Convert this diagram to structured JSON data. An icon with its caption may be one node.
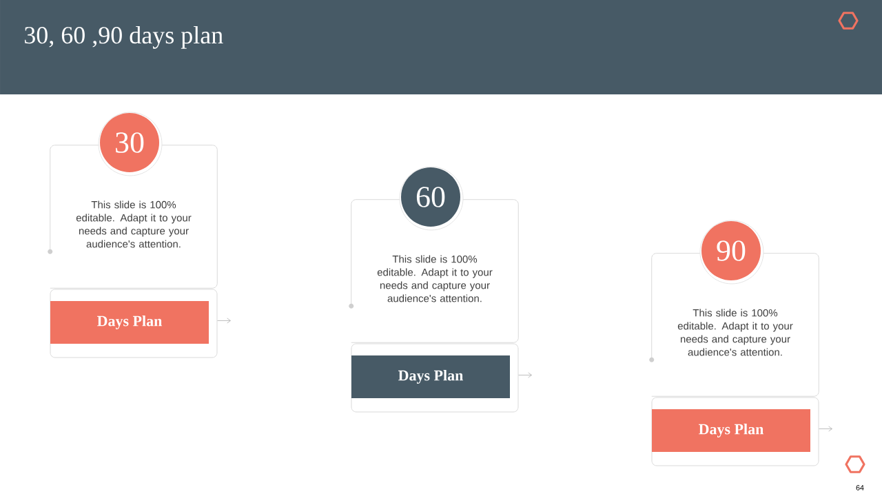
{
  "diagram": {
    "title": "30, 60 ,90 days plan",
    "nodes": [
      {
        "text": [
          "30"
        ]
      },
      {
        "text": [
          "This slide is 100% editable. Adapt it to your needs and capture your audience's attention."
        ]
      },
      {
        "text": [],
        "shape": "box"
      },
      {
        "text": [
          "Days Plan"
        ],
        "in": 2
      },
      {
        "text": [
          "60"
        ]
      },
      {
        "text": [
          "This slide is 100% editable. Adapt it to your needs and capture your audience's attention."
        ]
      },
      {
        "text": [],
        "shape": "box"
      },
      {
        "text": [
          "Days Plan"
        ],
        "in": 6
      },
      {
        "text": [
          "90"
        ]
      },
      {
        "text": [
          "This slide is 100% editable. Adapt it to your needs and capture your audience's attention."
        ]
      },
      {
        "text": [],
        "shape": "box"
      },
      {
        "text": [
          "Days Plan"
        ],
        "in": 10
      }
    ],
    "edges": [
      {
        "from": 2,
        "to": null,
        "arrow": "to"
      },
      {
        "from": 6,
        "to": null,
        "arrow": "to"
      },
      {
        "from": 10,
        "to": null,
        "arrow": "to"
      }
    ],
    "labels": [
      "64"
    ]
  }
}
